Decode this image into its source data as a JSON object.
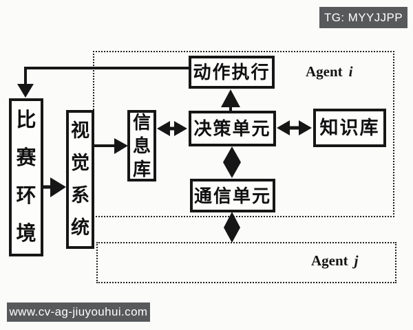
{
  "watermarks": {
    "top_badge": "TG: MYYJJPP",
    "bottom_badge": "www.cv-ag-jiuyouhui.com"
  },
  "diagram": {
    "agent_i": {
      "word": "Agent",
      "index": "i"
    },
    "agent_j": {
      "word": "Agent",
      "index": "j"
    },
    "boxes": {
      "environment": "比赛环境",
      "vision": "视觉系统",
      "info_base": "信息库",
      "action": "动作执行",
      "decision": "决策单元",
      "knowledge": "知识库",
      "comm": "通信单元"
    },
    "edges": [
      {
        "from": "动作执行",
        "to": "比赛环境",
        "type": "one-way"
      },
      {
        "from": "比赛环境",
        "to": "视觉系统",
        "type": "one-way"
      },
      {
        "from": "视觉系统",
        "to": "信息库",
        "type": "one-way"
      },
      {
        "from": "信息库",
        "to": "决策单元",
        "type": "two-way"
      },
      {
        "from": "决策单元",
        "to": "知识库",
        "type": "two-way"
      },
      {
        "from": "决策单元",
        "to": "动作执行",
        "type": "one-way"
      },
      {
        "from": "决策单元",
        "to": "通信单元",
        "type": "two-way"
      },
      {
        "from": "通信单元",
        "to": "Agent j",
        "type": "two-way"
      }
    ],
    "colors": {
      "ink": "#161616",
      "paper": "#fbfbfa",
      "badge_bg": "#57595b",
      "badge_text": "#ffffff"
    }
  }
}
